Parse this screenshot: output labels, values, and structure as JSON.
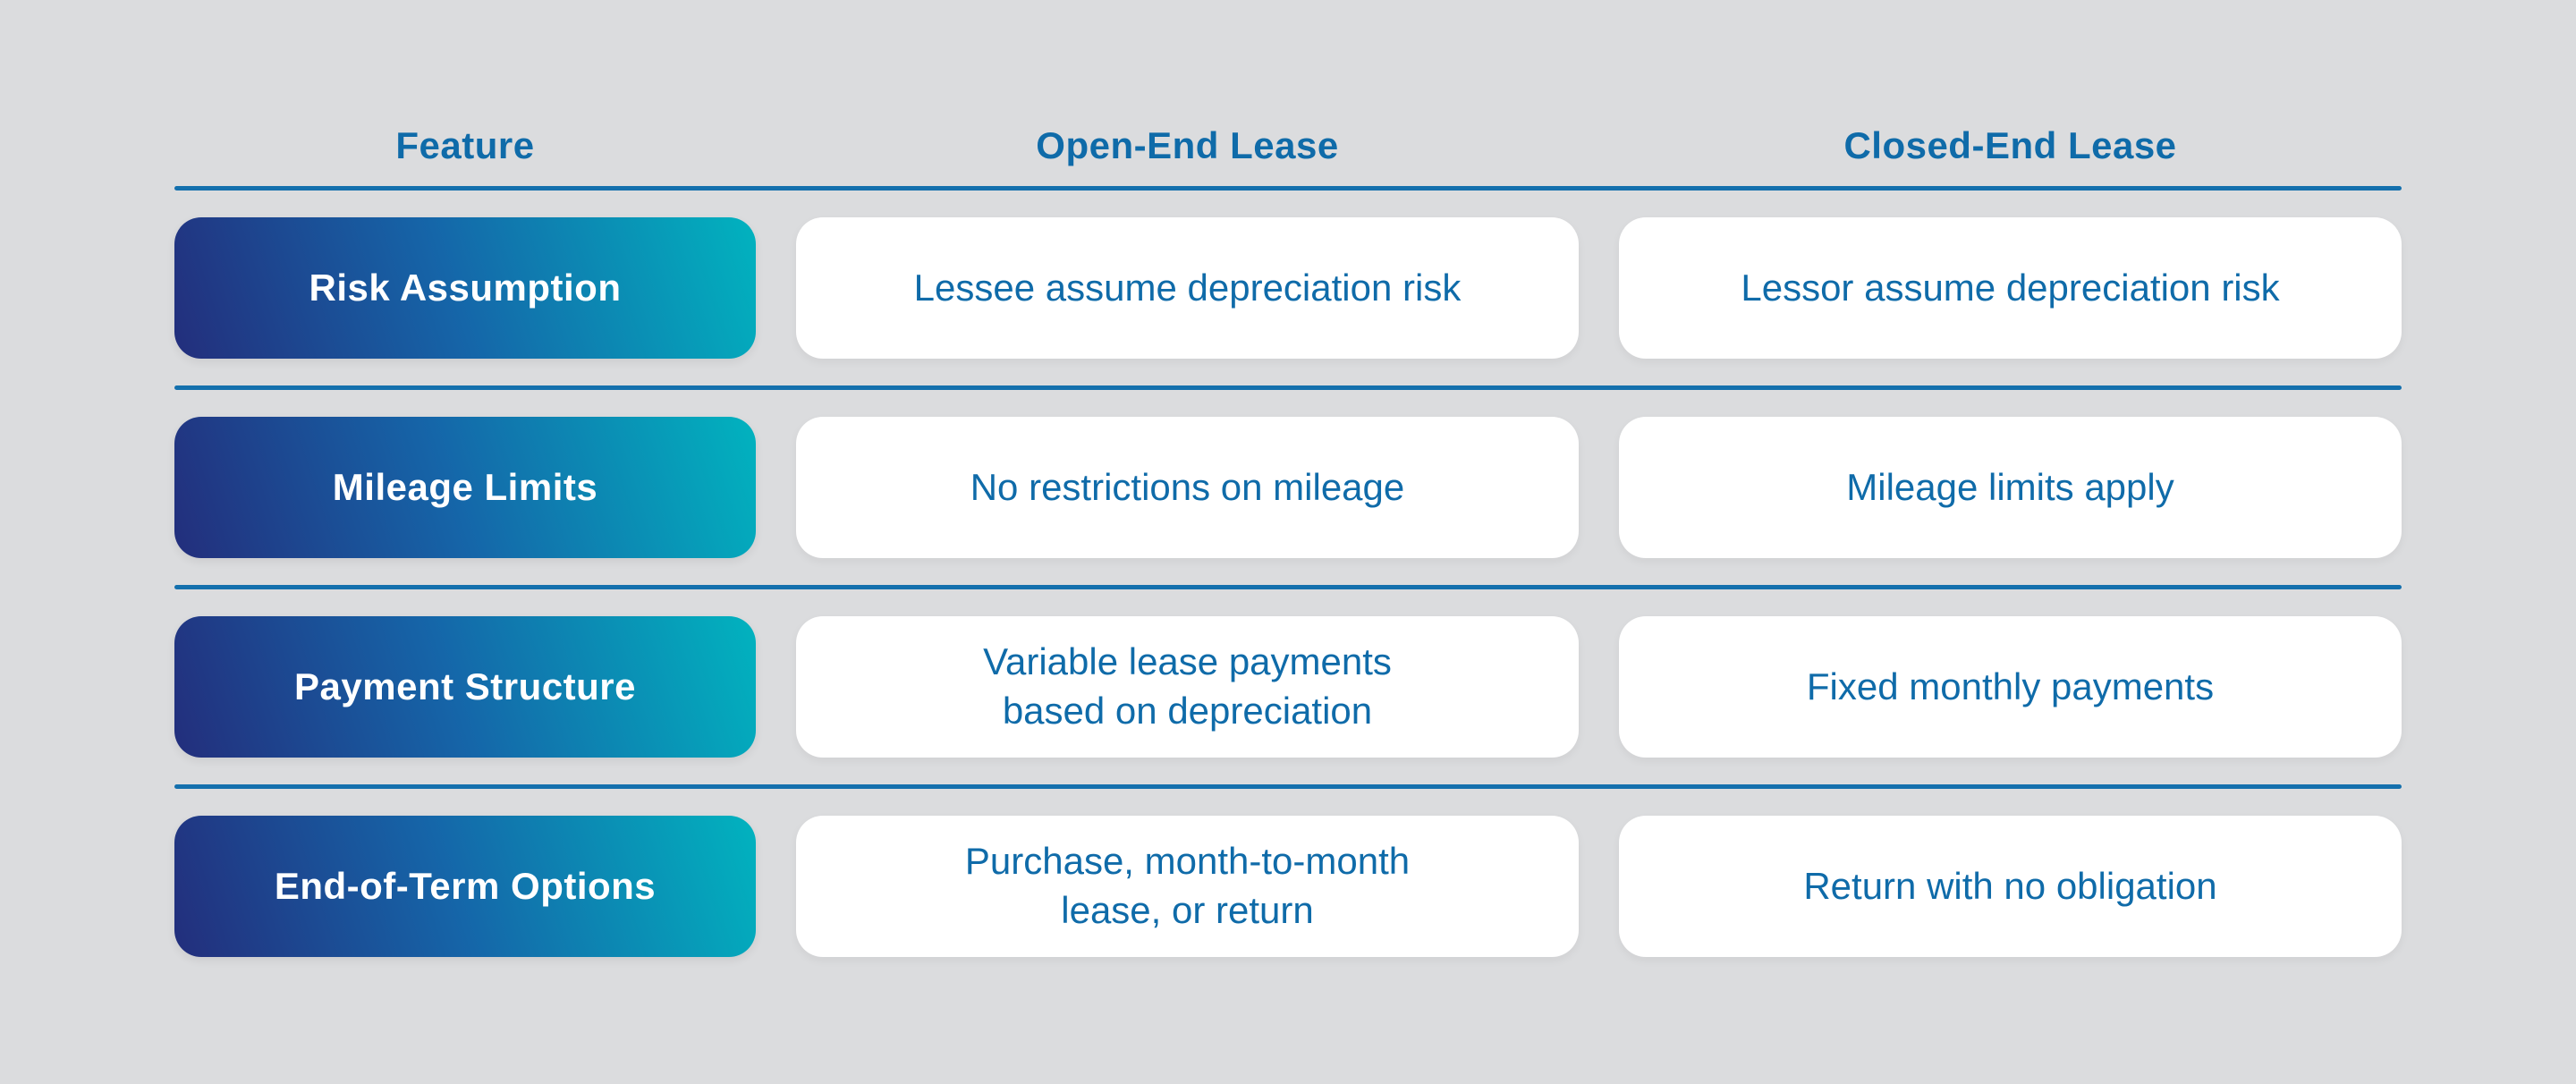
{
  "colors": {
    "background": "#DBDCDE",
    "accent_blue_text": "#0F6BA9",
    "divider_blue": "#1470AD",
    "pill_gradient_start": "#232E7C",
    "pill_gradient_mid": "#1566A9",
    "pill_gradient_end": "#01B3BF",
    "pill_text": "#FFFFFF",
    "card_background": "#FFFFFF"
  },
  "table": {
    "headers": {
      "feature": "Feature",
      "open_end": "Open-End Lease",
      "closed_end": "Closed-End Lease"
    },
    "rows": [
      {
        "feature": "Risk Assumption",
        "open_end": "Lessee assume depreciation risk",
        "closed_end": "Lessor assume depreciation risk"
      },
      {
        "feature": "Mileage Limits",
        "open_end": "No restrictions on mileage",
        "closed_end": "Mileage limits apply"
      },
      {
        "feature": "Payment Structure",
        "open_end": "Variable lease payments\nbased on depreciation",
        "closed_end": "Fixed monthly payments"
      },
      {
        "feature": "End-of-Term Options",
        "open_end": "Purchase, month-to-month\nlease, or return",
        "closed_end": "Return with no obligation"
      }
    ]
  }
}
